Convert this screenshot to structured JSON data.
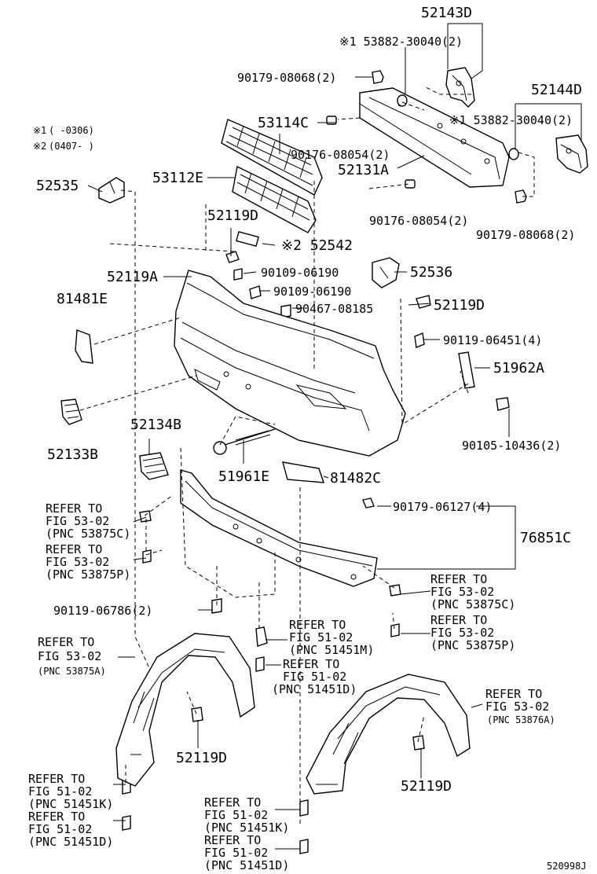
{
  "notes": [
    {
      "mark": "※1",
      "text": "(    -0306)"
    },
    {
      "mark": "※2",
      "text": "(0407-    )"
    }
  ],
  "parts": {
    "p52143D": "52143D",
    "p53882_1": "※1 53882-30040(2)",
    "p90179_08068_a": "90179-08068(2)",
    "p52144D": "52144D",
    "p53882_2": "※1 53882-30040(2)",
    "p53114C": "53114C",
    "p90176_a": "90176-08054(2)",
    "p52131A": "52131A",
    "p53112E": "53112E",
    "p52535": "52535",
    "p90176_b": "90176-08054(2)",
    "p90179_08068_b": "90179-08068(2)",
    "p52119D_a": "52119D",
    "p52542": "※2 52542",
    "p52119A": "52119A",
    "p90109_a": "90109-06190",
    "p52536": "52536",
    "p90109_b": "90109-06190",
    "p81481E": "81481E",
    "p90467": "90467-08185",
    "p52119D_b": "52119D",
    "p90119_06451": "90119-06451(4)",
    "p51962A": "51962A",
    "p52133B": "52133B",
    "p52134B": "52134B",
    "p90105": "90105-10436(2)",
    "p51961E": "51961E",
    "p81482C": "81482C",
    "p90179_06127": "90179-06127(4)",
    "p76851C": "76851C",
    "p90119_06786": "90119-06786(2)",
    "p52119D_c": "52119D",
    "p52119D_d": "52119D",
    "figure_code": "520998J"
  },
  "refers": [
    {
      "l1": "REFER TO",
      "l2": "FIG 53-02",
      "l3": "(PNC 53875C)"
    },
    {
      "l1": "REFER TO",
      "l2": "FIG 53-02",
      "l3": "(PNC 53875P)"
    },
    {
      "l1": "REFER TO",
      "l2": "FIG 53-02",
      "l3": "(PNC 53875C)"
    },
    {
      "l1": "REFER TO",
      "l2": "FIG 53-02",
      "l3": "(PNC 53875P)"
    },
    {
      "l1": "REFER TO",
      "l2": "FIG 51-02",
      "l3": "(PNC 51451M)"
    },
    {
      "l1": "REFER TO",
      "l2": "FIG 51-02",
      "l3": "(PNC 51451D)"
    },
    {
      "l1": "REFER TO",
      "l2": "FIG 53-02",
      "l3": "(PNC 53875A)"
    },
    {
      "l1": "REFER TO",
      "l2": "FIG 53-02",
      "l3": "(PNC 53876A)"
    },
    {
      "l1": "REFER TO",
      "l2": "FIG 51-02",
      "l3": "(PNC 51451K)"
    },
    {
      "l1": "REFER TO",
      "l2": "FIG 51-02",
      "l3": "(PNC 51451D)"
    },
    {
      "l1": "REFER TO",
      "l2": "FIG 51-02",
      "l3": "(PNC 51451K)"
    },
    {
      "l1": "REFER TO",
      "l2": "FIG 51-02",
      "l3": "(PNC 51451D)"
    }
  ]
}
